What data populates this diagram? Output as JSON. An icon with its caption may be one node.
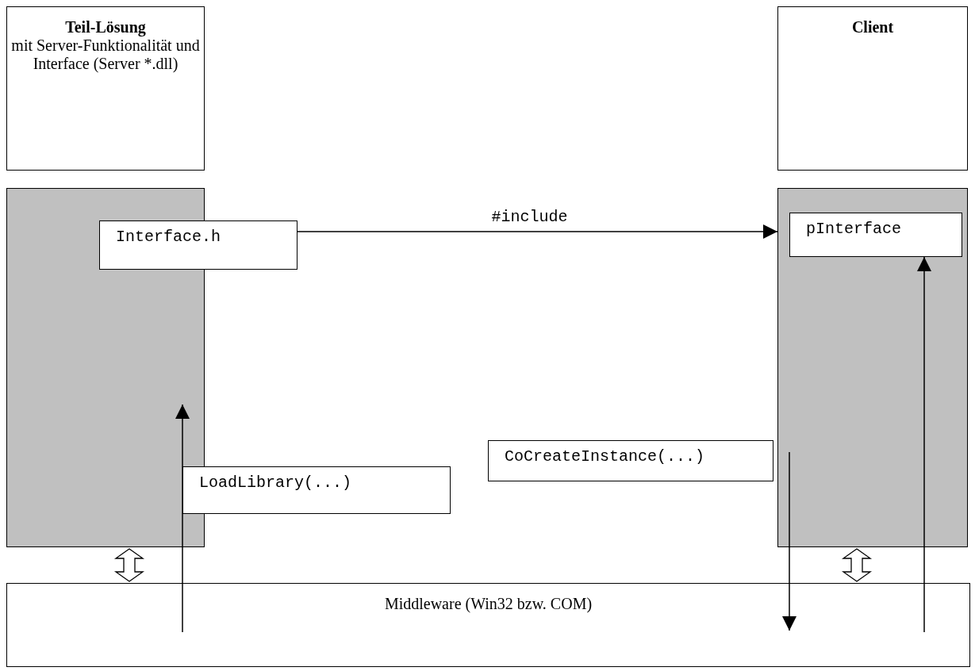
{
  "diagram": {
    "nodes": [
      {
        "text": [
          "Teil-Lösung",
          "mit Server-Funktionalität und Interface (Server *.dll)"
        ]
      },
      {
        "text": [
          "Client"
        ]
      },
      {
        "text": [],
        "shape": "box"
      },
      {
        "text": [
          "Interface.h"
        ]
      },
      {
        "text": [],
        "shape": "box"
      },
      {
        "text": [
          "pInterface"
        ],
        "in": 4
      },
      {
        "text": [
          "CoCreateInstance(...)"
        ]
      },
      {
        "text": [
          "LoadLibrary(...)"
        ]
      },
      {
        "text": [
          "Middleware (Win32 bzw. COM)"
        ]
      }
    ],
    "edges": [
      {
        "from": 3,
        "to": 4,
        "arrow": "to",
        "label": "#include"
      },
      {
        "from": 8,
        "to": 2,
        "arrow": "to"
      },
      {
        "from": 4,
        "to": 8,
        "arrow": "to"
      },
      {
        "from": 8,
        "to": 5,
        "arrow": "to"
      },
      {
        "from": 2,
        "to": 8,
        "arrow": "both",
        "style": "thick"
      },
      {
        "from": 4,
        "to": 8,
        "arrow": "both",
        "style": "thick"
      }
    ]
  }
}
